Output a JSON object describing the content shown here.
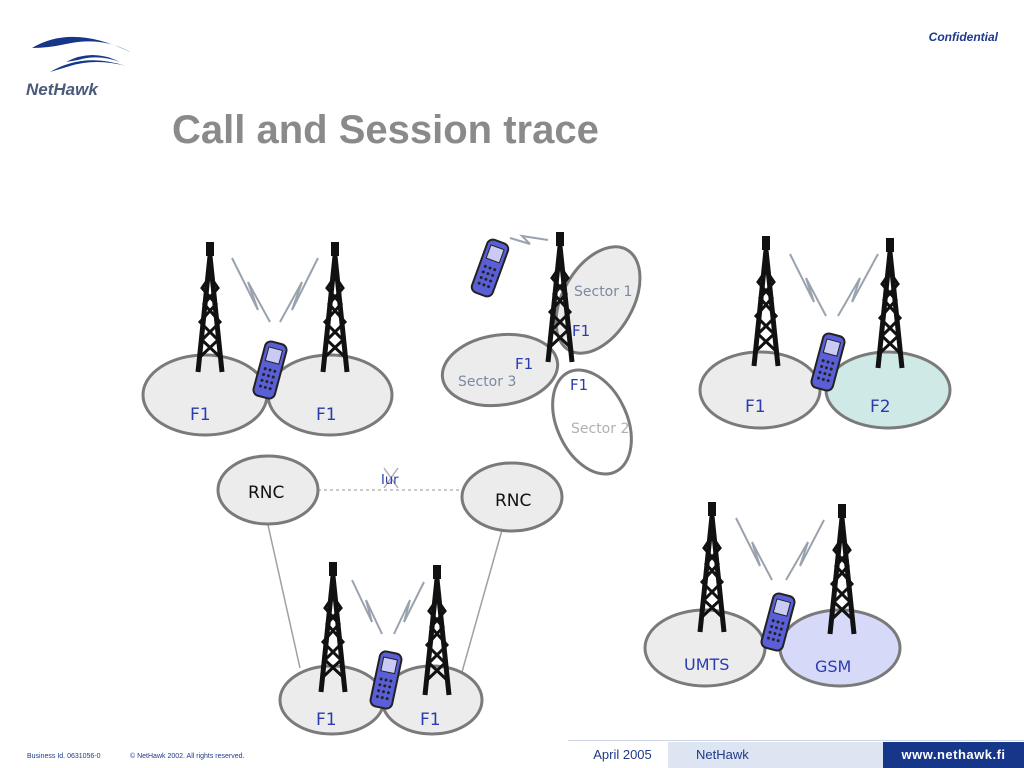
{
  "header": {
    "logo_text": "NetHawk",
    "confidential": "Confidential",
    "title": "Call and Session trace"
  },
  "diagram": {
    "group1": {
      "cell_left": "F1",
      "cell_right": "F1"
    },
    "group2": {
      "sector1": "Sector 1",
      "sector2": "Sector 2",
      "sector3": "Sector 3",
      "f1_a": "F1",
      "f1_b": "F1",
      "f1_c": "F1"
    },
    "group3": {
      "cell_left": "F1",
      "cell_right": "F2"
    },
    "group4": {
      "rnc_left": "RNC",
      "rnc_right": "RNC",
      "iur": "Iur",
      "cell_left": "F1",
      "cell_right": "F1"
    },
    "group5": {
      "cell_left": "UMTS",
      "cell_right": "GSM"
    },
    "colors": {
      "cell_fill": "#ececec",
      "f2_fill": "#cfe9e6",
      "gsm_fill": "#d6d9f7",
      "phone": "#5a5fd8",
      "label": "#2a3bb0"
    }
  },
  "footer": {
    "business_id": "Business Id. 0631056-0",
    "copyright": "© NetHawk 2002. All rights reserved.",
    "date": "April 2005",
    "company": "NetHawk",
    "url": "www.nethawk.fi"
  }
}
